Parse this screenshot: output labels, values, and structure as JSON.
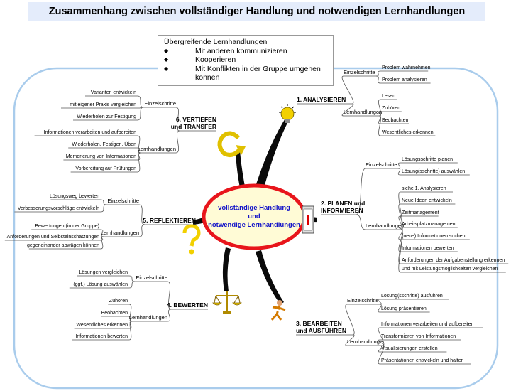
{
  "title": "Zusammenhang zwischen vollständiger Handlung und notwendigen Lernhandlungen",
  "info_box": {
    "heading": "Übergreifende Lernhandlungen",
    "bullet": "◆",
    "items": [
      "Mit anderen kommunizieren",
      "Kooperieren",
      "Mit Konflikten in der Gruppe umgehen können"
    ]
  },
  "center": {
    "line1": "vollständige Handlung",
    "line2": "und",
    "line3": "notwendige Lernhandlungen"
  },
  "labels": {
    "einzelschritte": "Einzelschritte",
    "lernhandlungen": "Lernhandlungen"
  },
  "branches": [
    {
      "id": "analysieren",
      "title": "1. ANALYSIEREN",
      "icon": "light-bulb-icon",
      "einzelschritte": [
        "Problem wahrnehmen",
        "Problem analysieren"
      ],
      "lernhandlungen": [
        "Lesen",
        "Zuhören",
        "Beobachten",
        "Wesentliches erkennen"
      ]
    },
    {
      "id": "planen",
      "title": "2. PLANEN und",
      "title2": "INFORMIEREN",
      "icon": "calendar-icon",
      "einzelschritte": [
        "Lösungsschritte planen",
        "Lösung(sschritte) auswählen"
      ],
      "lernhandlungen": [
        "siehe 1. Analysieren",
        "Neue Ideen entwickeln",
        "Zeitmanagement",
        "Arbeitsplatzmanagement",
        "(neue) Informationen suchen",
        "Informationen bewerten",
        "Anforderungen der Aufgabenstellung erkennen",
        "und mit Leistungsmöglichkeiten vergleichen"
      ]
    },
    {
      "id": "bearbeiten",
      "title": "3. BEARBEITEN",
      "title2": "und AUSFÜHREN",
      "icon": "runner-icon",
      "einzelschritte": [
        "Lösung(sschritte) ausführen",
        "Lösung präsentieren"
      ],
      "lernhandlungen": [
        "Informationen verarbeiten und aufbereiten",
        "Transformieren von Informationen",
        "Visualisierungen erstellen",
        "Präsentationen entwickeln und halten"
      ]
    },
    {
      "id": "bewerten",
      "title": "4. BEWERTEN",
      "icon": "scales-icon",
      "einzelschritte": [
        "Lösungen vergleichen",
        "(ggf.) Lösung auswählen"
      ],
      "lernhandlungen": [
        "Zuhören",
        "Beobachten",
        "Wesentliches erkennen",
        "Informationen bewerten"
      ]
    },
    {
      "id": "reflektieren",
      "title": "5. REFLEKTIEREN",
      "icon": "question-mark-icon",
      "einzelschritte": [
        "Lösungsweg bewerten",
        "Verbesserungsvorschläge entwickeln"
      ],
      "lernhandlungen": [
        "Bewertungen (in der Gruppe)",
        "Anforderungen und Selbsteinschätzungen",
        "gegeneinander abwägen können"
      ]
    },
    {
      "id": "vertiefen",
      "title": "6. VERTIEFEN",
      "title2": "und TRANSFER",
      "icon": "loop-arrow-icon",
      "einzelschritte": [
        "Varianten entwickeln",
        "mit eigener Praxis vergleichen",
        "Wiederholen zur Festigung"
      ],
      "lernhandlungen": [
        "Informationen verarbeiten und aufbereiten",
        "Wiederholen, Festigen, Üben",
        "Memorierung von Informationen",
        "Vorbereitung auf Prüfungen"
      ]
    }
  ],
  "colors": {
    "frame": "#a9ccec",
    "ellipse_border": "#e8151b",
    "center_text": "#1414c8",
    "title_bg": "#e4ecfb",
    "icon_yellow": "#f2d000"
  }
}
